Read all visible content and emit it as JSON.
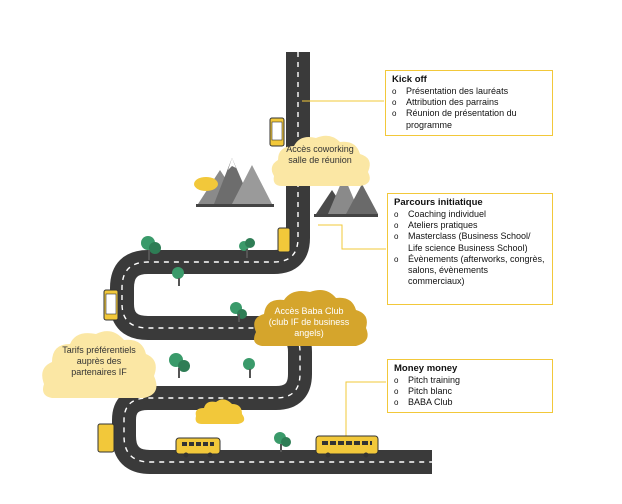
{
  "boxes": {
    "kickoff": {
      "title": "Kick off",
      "items": [
        "Présentation des lauréats",
        "Attribution des parrains",
        "Réunion de présentation du programme"
      ]
    },
    "parcours": {
      "title": "Parcours initiatique",
      "items": [
        "Coaching individuel",
        "Ateliers pratiques",
        "Masterclass (Business School/ Life science Business School)",
        "Évènements (afterworks, congrès, salons, évènements commerciaux)"
      ]
    },
    "money": {
      "title": "Money money",
      "items": [
        "Pitch training",
        "Pitch blanc",
        "BABA Club"
      ]
    },
    "bullet_glyph": "o"
  },
  "clouds": {
    "coworking": "Accès coworking salle de réunion",
    "baba": "Accès Baba Club (club IF de business angels)",
    "tarifs": "Tarifs préférentiels auprès des partenaires IF"
  },
  "colors": {
    "road": "#3a3a3a",
    "accent": "#f2c83a",
    "cloud_light": "#fbe7a4",
    "cloud_dark": "#d5a52c",
    "mountain": "#8a8a8a",
    "tree": "#3a9a6a"
  }
}
